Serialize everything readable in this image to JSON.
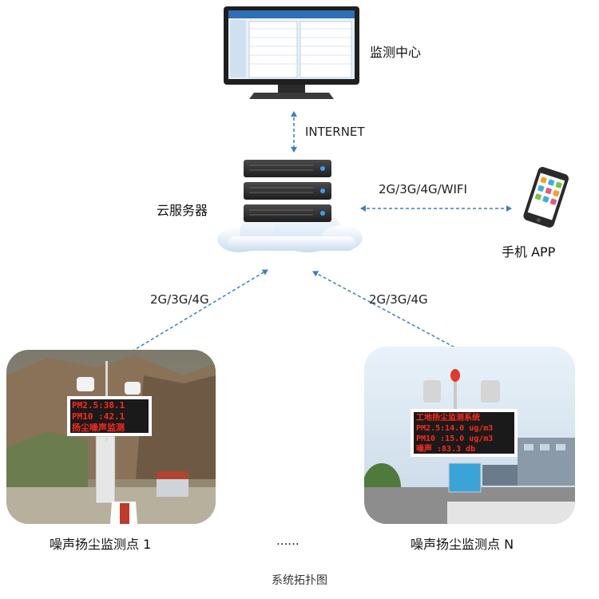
{
  "nodes": {
    "monitor_center": "监测中心",
    "cloud_server": "云服务器",
    "mobile_app": "手机 APP",
    "site_1": "噪声扬尘监测点 1",
    "site_n": "噪声扬尘监测点 N",
    "ellipsis": "......"
  },
  "links": {
    "internet": "INTERNET",
    "wifi": "2G/3G/4G/WIFI",
    "left_uplink": "2G/3G/4G",
    "right_uplink": "2G/3G/4G"
  },
  "site1_display": {
    "line1": "PM2.5:38.1",
    "line2": "PM10 :42.1",
    "line3": "扬尘噪声监测"
  },
  "siten_display": {
    "line0": "工地扬尘监测系统",
    "line1": "PM2.5:14.0 ug/m3",
    "line2": "PM10 :15.0 ug/m3",
    "line3": "噪声 :83.3 db"
  },
  "caption": "系统拓扑图",
  "colors": {
    "arrow": "#3a7fc4",
    "led_text": "#ff2a1a",
    "led_bg": "#1a1a1a",
    "screen_blue": "#2f6fb5"
  }
}
